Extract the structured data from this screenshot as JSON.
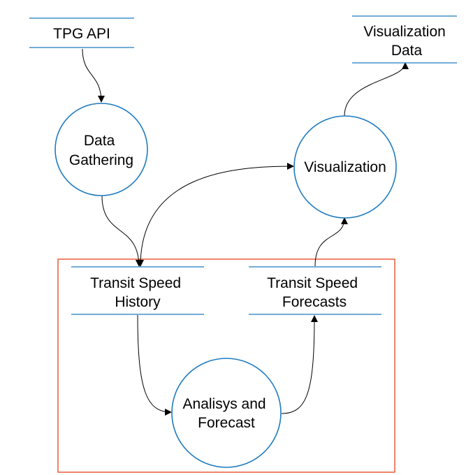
{
  "data_stores": {
    "tpg_api": {
      "lines": [
        "TPG API"
      ]
    },
    "visualization_data": {
      "lines": [
        "Visualization",
        "Data"
      ]
    },
    "transit_speed_history": {
      "lines": [
        "Transit Speed",
        "History"
      ]
    },
    "transit_speed_forecasts": {
      "lines": [
        "Transit Speed",
        "Forecasts"
      ]
    }
  },
  "processes": {
    "data_gathering": {
      "lines": [
        "Data",
        "Gathering"
      ]
    },
    "visualization": {
      "lines": [
        "Visualization"
      ]
    },
    "analysis_forecast": {
      "lines": [
        "Analisys and",
        "Forecast"
      ]
    }
  },
  "colors": {
    "store_line": "#1f7bbf",
    "process_border": "#1f7bbf",
    "flow_arrow": "#000000",
    "boundary": "#e8502e"
  }
}
